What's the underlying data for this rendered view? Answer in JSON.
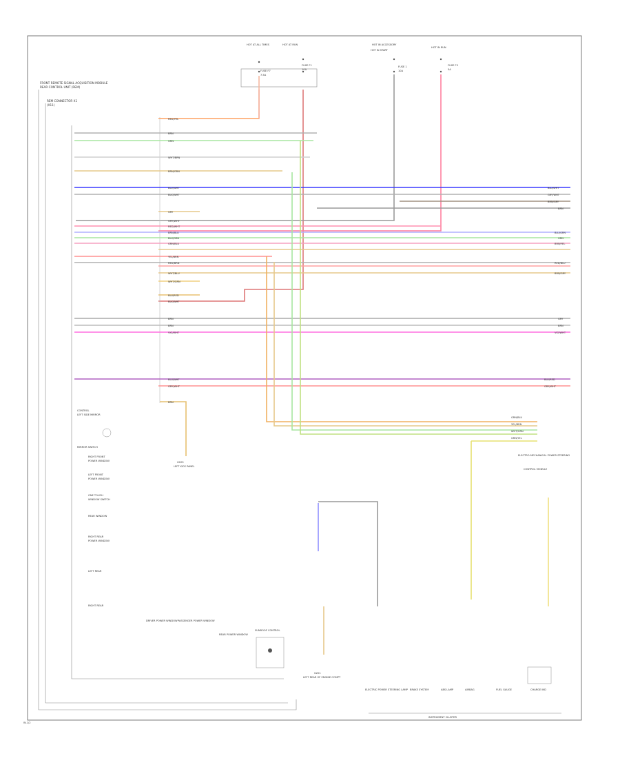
{
  "page": {
    "footer_code": "W-1/2"
  },
  "module": {
    "title": [
      "FRONT REMOTE SIGNAL ACQUISITION MODULE",
      "REAR CONTROL UNIT (REM)"
    ],
    "connector": [
      "REM CONNECTOR X1",
      "(X11)"
    ]
  },
  "fuses": {
    "block_a": [
      "HOT AT ALL TIMES",
      "HOT AT RUN"
    ],
    "block_b": [
      "HOT IN ACCESSORY",
      "HOT IN RUN",
      "HOT IN START"
    ],
    "fuse_labels": [
      "FUSE F7",
      "7.5A",
      "FUSE F1",
      "10A",
      "FUSE 1",
      "10A",
      "FUSE F3",
      "5A"
    ]
  },
  "wires": {
    "left_labels": [
      "RED/YEL",
      "BRN",
      "GRN",
      "WHT/BRN",
      "BRN/GRN",
      "BLU/WHT",
      "BLK/WHT",
      "GRY",
      "GRY/WHT",
      "RED/WHT",
      "BRN/BLU",
      "BLU/GRN",
      "GRN/BLU",
      "YEL/BRN",
      "RED/BRN",
      "WHT/BLU",
      "WHT/GRN",
      "BLU/RED",
      "BLK/WHT",
      "BRN",
      "BRN",
      "VIO/WHT",
      "BLU/WHT",
      "GRY/WHT",
      "BRN"
    ],
    "right_labels": [
      "BLU/WHT",
      "GRY/WHT",
      "BRN/GRY",
      "BRN",
      "BLU/GRN",
      "GRN",
      "BRN/YEL",
      "RED/BLU",
      "BRN/GRY",
      "GRY",
      "BRN",
      "VIO/WHT",
      "BLU/RED",
      "GRY/WHT"
    ],
    "bottom_bus": [
      "GRN/BLU",
      "YEL/BRN",
      "WHT/GRN",
      "GRN/YEL"
    ]
  },
  "components": {
    "left_switch_panel": [
      "CONTROL",
      "LEFT SIDE MIRROR",
      "MIRROR SWITCH",
      "RIGHT FRONT",
      "POWER WINDOW",
      "LEFT FRONT",
      "POWER WINDOW",
      "ONE TOUCH",
      "WINDOW SWITCH",
      "REAR WINDOW",
      "RIGHT REAR",
      "POWER WINDOW",
      "LEFT REAR",
      "RIGHT REAR"
    ],
    "bottom_row": [
      "DRIVER POWER WINDOW",
      "PASSENGER POWER WINDOW",
      "REAR POWER WINDOW",
      "SUNROOF CONTROL"
    ],
    "ground_1": [
      "G205",
      "LEFT KICK PANEL"
    ],
    "ground_2": [
      "G201",
      "LEFT REAR OF ENGINE COMPT"
    ],
    "right_module": [
      "ELECTRO MECHANICAL POWER STEERING",
      "CONTROL MODULE"
    ],
    "instrument_cluster": "INSTRUMENT CLUSTER",
    "cluster_items": [
      "ELECTRIC POWER STEERING LAMP",
      "BRAKE SYSTEM",
      "ABS LAMP",
      "AIRBAG",
      "FUEL GAUGE",
      "CHARGE IND"
    ]
  }
}
